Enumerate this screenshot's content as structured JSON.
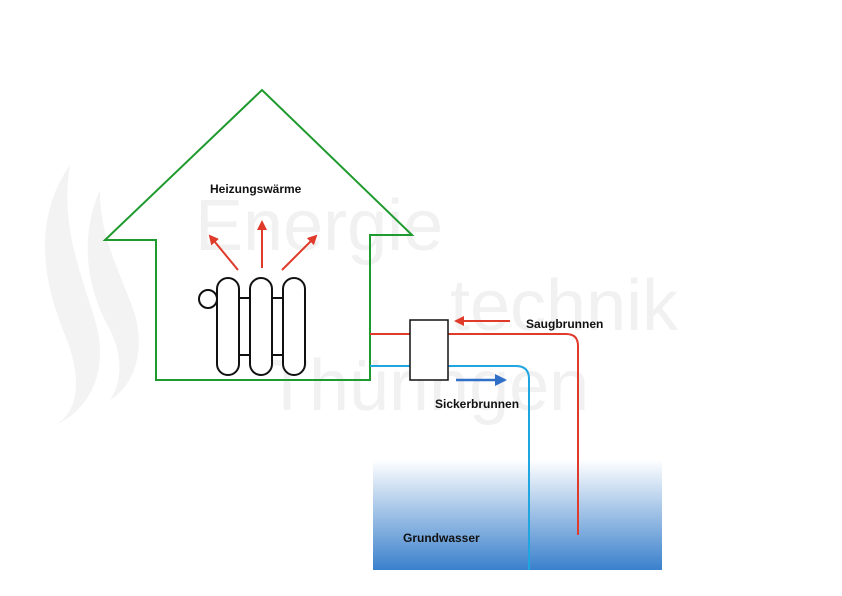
{
  "watermark": {
    "line1": "Energie",
    "line2": "technik",
    "line3": "Thüringen"
  },
  "labels": {
    "heating": "Heizungswärme",
    "suction_well": "Saugbrunnen",
    "seepage_well": "Sickerbrunnen",
    "groundwater": "Grundwasser"
  },
  "colors": {
    "house_outline": "#1f9a2e",
    "warm_line": "#e03a2a",
    "cold_line": "#1fa6e0",
    "heat_arrow": "#e03a2a",
    "return_arrow": "#2f6fc8",
    "groundwater_top": "#ffffff",
    "groundwater_bottom": "#3a80cc",
    "watermark": "#f1f1f1"
  },
  "icons": [
    "radiator-icon",
    "heat-pump-unit-icon",
    "heat-arrow-icon",
    "flow-arrow-icon"
  ]
}
